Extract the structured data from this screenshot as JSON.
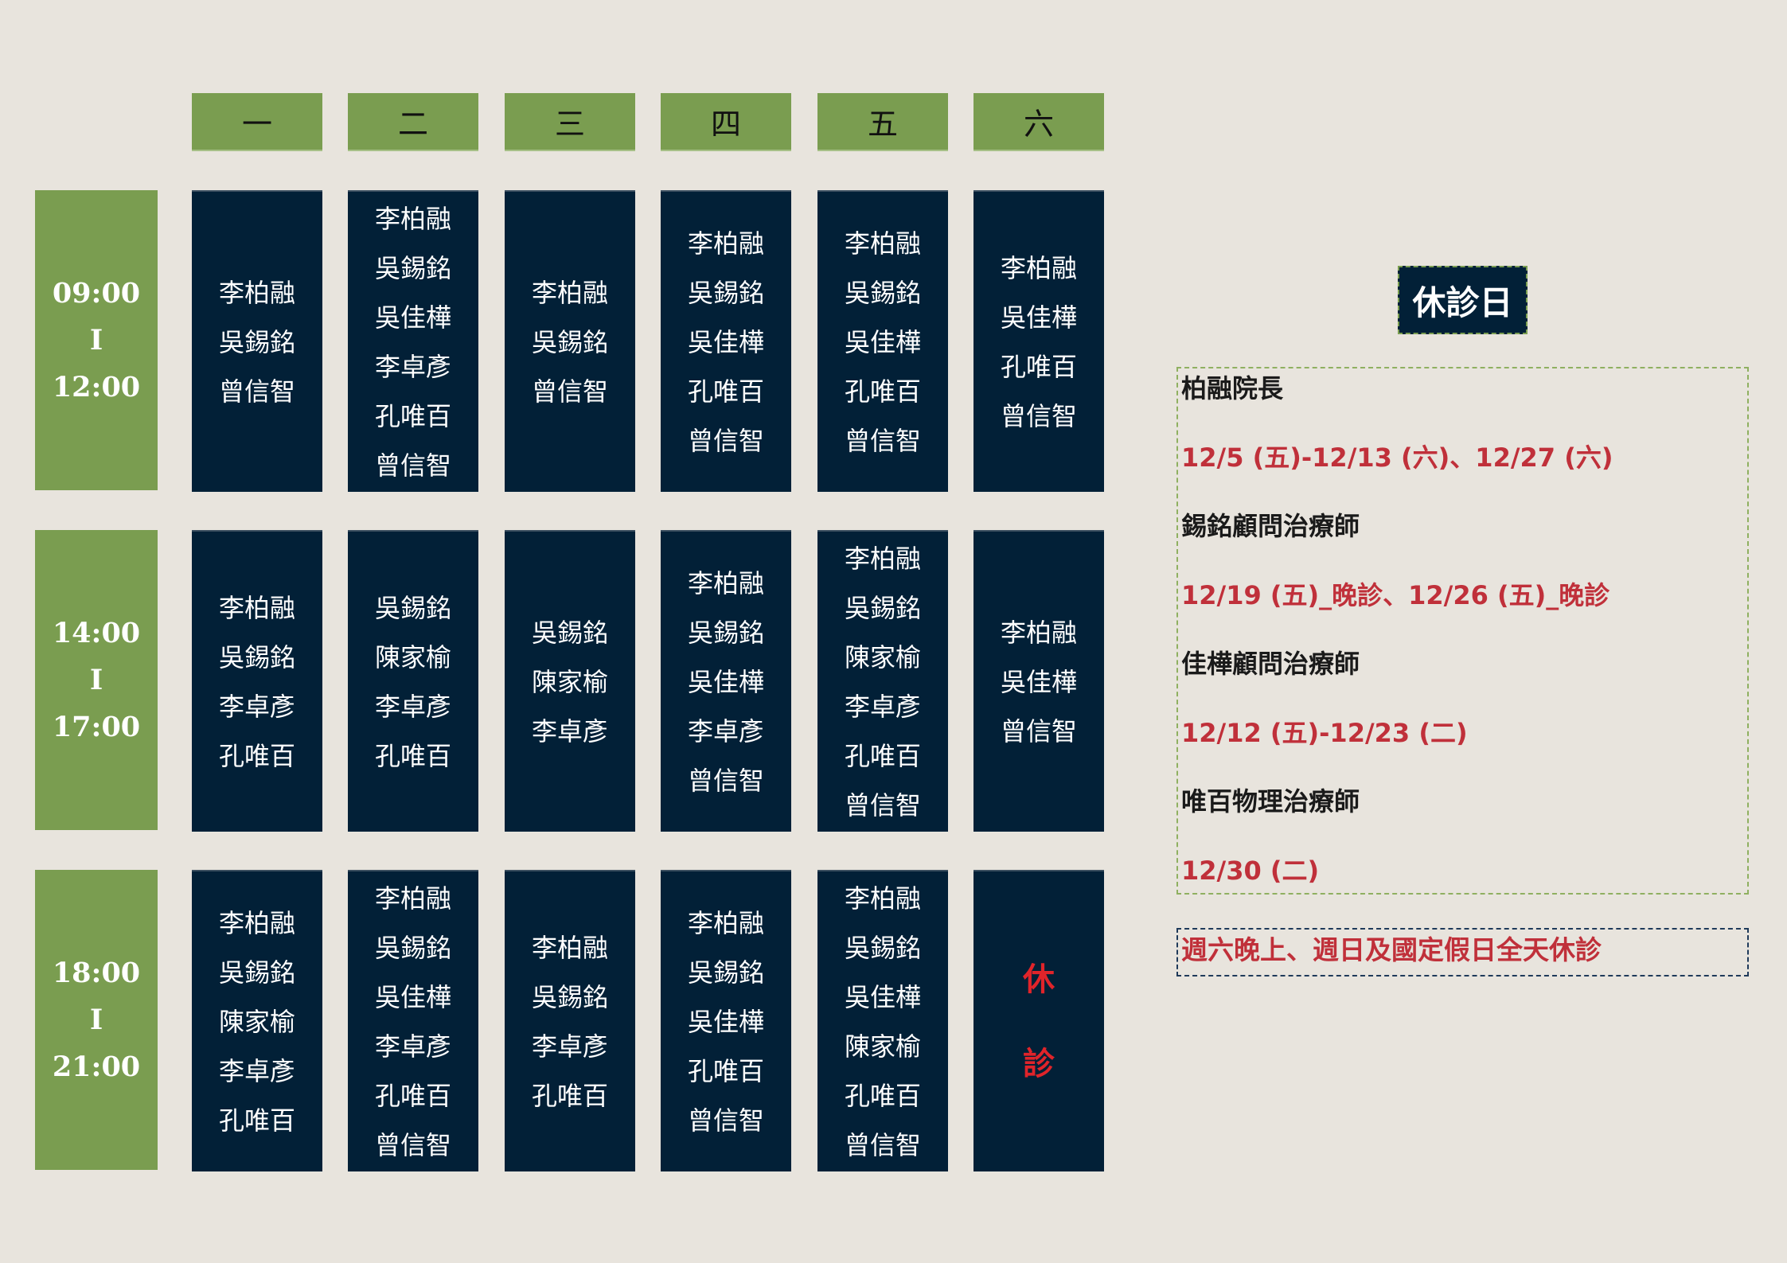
{
  "days": [
    "一",
    "二",
    "三",
    "四",
    "五",
    "六"
  ],
  "slots": [
    {
      "start": "09:00",
      "sep": "I",
      "end": "12:00",
      "cells": [
        [
          "李柏融",
          "吳錫銘",
          "曾信智"
        ],
        [
          "李柏融",
          "吳錫銘",
          "吳佳樺",
          "李卓彥",
          "孔唯百",
          "曾信智"
        ],
        [
          "李柏融",
          "吳錫銘",
          "曾信智"
        ],
        [
          "李柏融",
          "吳錫銘",
          "吳佳樺",
          "孔唯百",
          "曾信智"
        ],
        [
          "李柏融",
          "吳錫銘",
          "吳佳樺",
          "孔唯百",
          "曾信智"
        ],
        [
          "李柏融",
          "吳佳樺",
          "孔唯百",
          "曾信智"
        ]
      ]
    },
    {
      "start": "14:00",
      "sep": "I",
      "end": "17:00",
      "cells": [
        [
          "李柏融",
          "吳錫銘",
          "李卓彥",
          "孔唯百"
        ],
        [
          "吳錫銘",
          "陳家榆",
          "李卓彥",
          "孔唯百"
        ],
        [
          "吳錫銘",
          "陳家榆",
          "李卓彥"
        ],
        [
          "李柏融",
          "吳錫銘",
          "吳佳樺",
          "李卓彥",
          "曾信智"
        ],
        [
          "李柏融",
          "吳錫銘",
          "陳家榆",
          "李卓彥",
          "孔唯百",
          "曾信智"
        ],
        [
          "李柏融",
          "吳佳樺",
          "曾信智"
        ]
      ]
    },
    {
      "start": "18:00",
      "sep": "I",
      "end": "21:00",
      "cells": [
        [
          "李柏融",
          "吳錫銘",
          "陳家榆",
          "李卓彥",
          "孔唯百"
        ],
        [
          "李柏融",
          "吳錫銘",
          "吳佳樺",
          "李卓彥",
          "孔唯百",
          "曾信智"
        ],
        [
          "李柏融",
          "吳錫銘",
          "李卓彥",
          "孔唯百"
        ],
        [
          "李柏融",
          "吳錫銘",
          "吳佳樺",
          "孔唯百",
          "曾信智"
        ],
        [
          "李柏融",
          "吳錫銘",
          "吳佳樺",
          "陳家榆",
          "孔唯百",
          "曾信智"
        ]
      ],
      "closed": [
        "休",
        "診"
      ]
    }
  ],
  "closed_days": {
    "title": "休診日",
    "entries": [
      {
        "who": "柏融院長",
        "date": "12/5 (五)-12/13 (六)、12/27 (六)"
      },
      {
        "who": "錫銘顧問治療師",
        "date": "12/19 (五)_晚診、12/26 (五)_晚診"
      },
      {
        "who": "佳樺顧問治療師",
        "date": "12/12 (五)-12/23 (二)"
      },
      {
        "who": "唯百物理治療師",
        "date": "12/30 (二)"
      }
    ],
    "note": "週六晚上、週日及國定假日全天休診"
  },
  "colors": {
    "green": "#7a9d50",
    "navy": "#022037",
    "red": "#c0303a",
    "closed_red": "#e0242a"
  }
}
